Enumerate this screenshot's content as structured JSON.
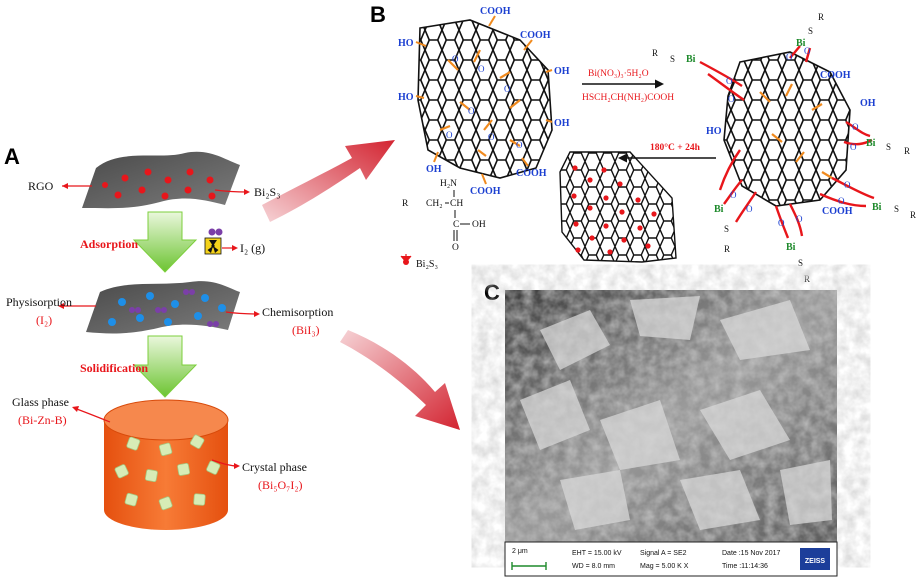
{
  "panels": {
    "a": "A",
    "b": "B",
    "c": "C"
  },
  "panelA": {
    "rgo": "RGO",
    "bi2s3": "Bi₂S₃",
    "adsorption": "Adsorption",
    "i2gas": "I₂ (g)",
    "physisorption": "Physisorption",
    "physisorption_sub": "(I₂)",
    "chemisorption": "Chemisorption",
    "chemisorption_sub": "(BiI₃)",
    "solidification": "Solidification",
    "glass_phase": "Glass phase",
    "glass_phase_sub": "(Bi-Zn-B)",
    "crystal_phase": "Crystal phase",
    "crystal_phase_sub": "(Bi₅O₇I₂)"
  },
  "panelB": {
    "cooh": "COOH",
    "oh": "OH",
    "ho": "HO",
    "o": "O",
    "reagent1": "Bi(NO₃)₃·5H₂O",
    "reagent2": "HSCH₂CH(NH₂)COOH",
    "condition": "180°C + 24h",
    "bi": "Bi",
    "s": "S",
    "r": "R",
    "cys_r": "R",
    "cys_nh2": "H₂N",
    "cys_ch2": "CH₂",
    "cys_ch": "CH",
    "cys_c": "C",
    "cys_oh": "OH",
    "cys_o": "O",
    "legend_bi2s3": "Bi₂S₃"
  },
  "panelC": {
    "scale_bar": "2 μm",
    "eht": "EHT = 15.00 kV",
    "wd": "WD =  8.0 mm",
    "signal": "Signal A = SE2",
    "mag": "Mag =  5.00 K X",
    "date": "Date :15 Nov 2017",
    "time": "Time :11:14:36",
    "brand": "ZEISS"
  },
  "colors": {
    "label_red": "#e8161b",
    "blue": "#1b3fd1",
    "green": "#1e8a2c",
    "arrow_green": "#7ccf3c",
    "cylinder": "#f2611c"
  }
}
